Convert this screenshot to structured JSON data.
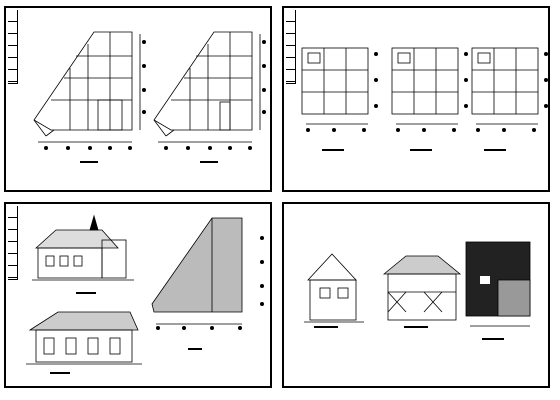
{
  "drawing_set": {
    "sheets": [
      {
        "id": "sheet-1",
        "caption": ""
      },
      {
        "id": "sheet-2",
        "caption": ""
      },
      {
        "id": "sheet-3",
        "caption": ""
      },
      {
        "id": "sheet-4",
        "caption": ""
      }
    ]
  },
  "colors": {
    "line": "#000000",
    "paper": "#ffffff",
    "dark_roof": "#111111",
    "grey_roof": "#9a9a9a"
  },
  "icons": [
    "north-arrow-icon",
    "section-marker-icon"
  ]
}
